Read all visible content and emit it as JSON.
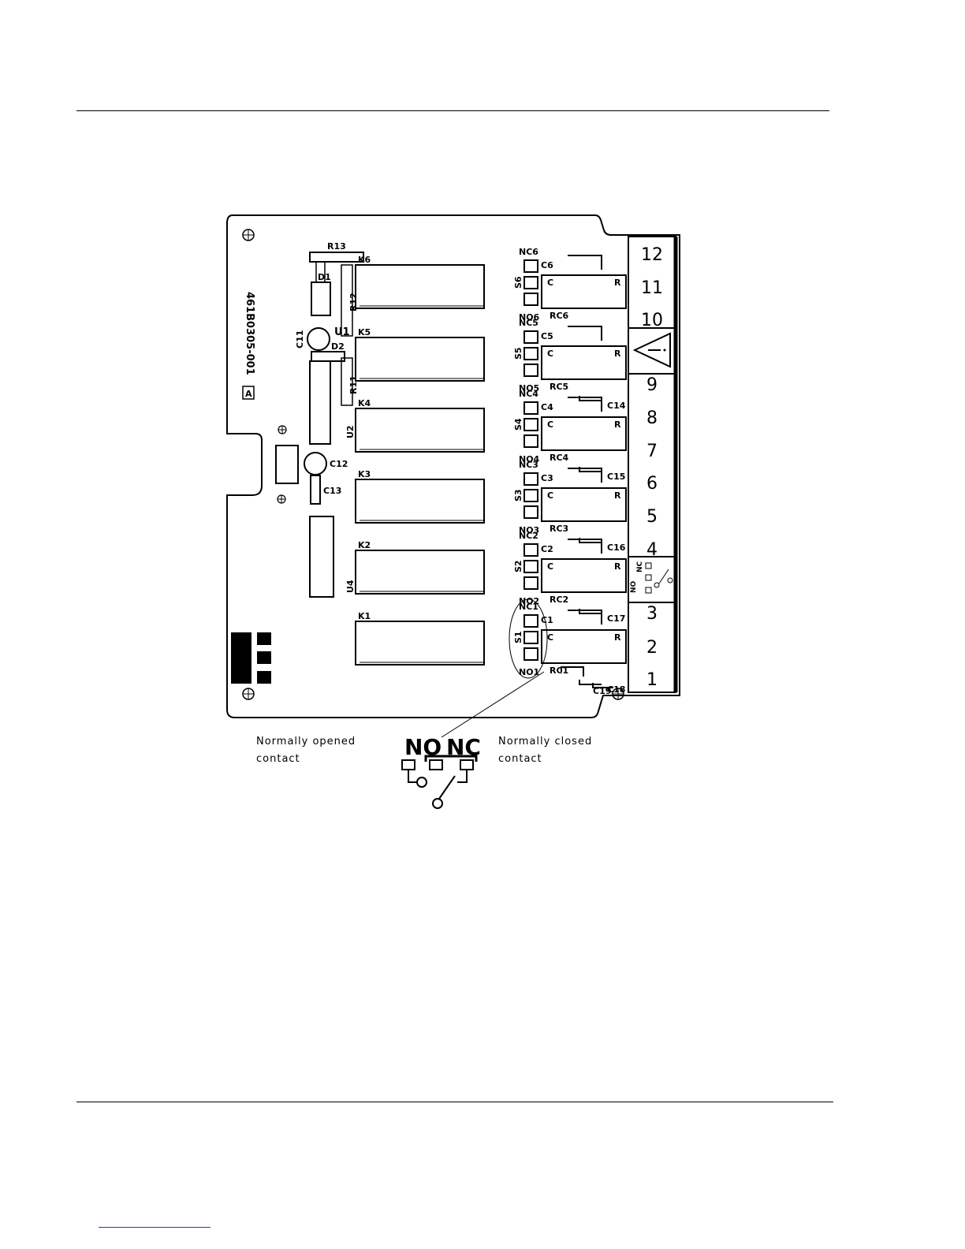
{
  "board": {
    "part_number": "461B0305-001",
    "revision": "A",
    "relays": [
      "K1",
      "K2",
      "K3",
      "K4",
      "K5",
      "K6"
    ],
    "components": {
      "R13": "R13",
      "D1": "D1",
      "D2": "D2",
      "U1": "U1",
      "U2": "U2",
      "U4": "U4",
      "C11": "C11",
      "C12": "C12",
      "C13": "C13",
      "R11": "R11",
      "R12": "R12"
    },
    "contact_groups": [
      {
        "no": "NO1",
        "nc": "NC1",
        "s": "S1",
        "c": "C1",
        "rc": "RC1",
        "cap": "C18",
        "cap2": "C19"
      },
      {
        "no": "NO2",
        "nc": "NC2",
        "s": "S2",
        "c": "C2",
        "rc": "RC2",
        "cap": "C17"
      },
      {
        "no": "NO3",
        "nc": "NC3",
        "s": "S3",
        "c": "C3",
        "rc": "RC3",
        "cap": "C16"
      },
      {
        "no": "NO4",
        "nc": "NC4",
        "s": "S4",
        "c": "C4",
        "rc": "RC4",
        "cap": "C15"
      },
      {
        "no": "NO5",
        "nc": "NC5",
        "s": "S5",
        "c": "C5",
        "rc": "RC5",
        "cap": "C14"
      },
      {
        "no": "NO6",
        "nc": "NC6",
        "s": "S6",
        "c": "C6",
        "rc": "RC6"
      }
    ],
    "relay_box_labels": {
      "c": "C",
      "r": "R"
    },
    "terminals": [
      "12",
      "11",
      "10",
      "9",
      "8",
      "7",
      "6",
      "5",
      "4",
      "3",
      "2",
      "1"
    ]
  },
  "legend": {
    "no_label": "NO",
    "nc_label": "NC",
    "normally_opened": [
      "Normally opened",
      "contact"
    ],
    "normally_closed": [
      "Normally closed",
      "contact"
    ]
  }
}
